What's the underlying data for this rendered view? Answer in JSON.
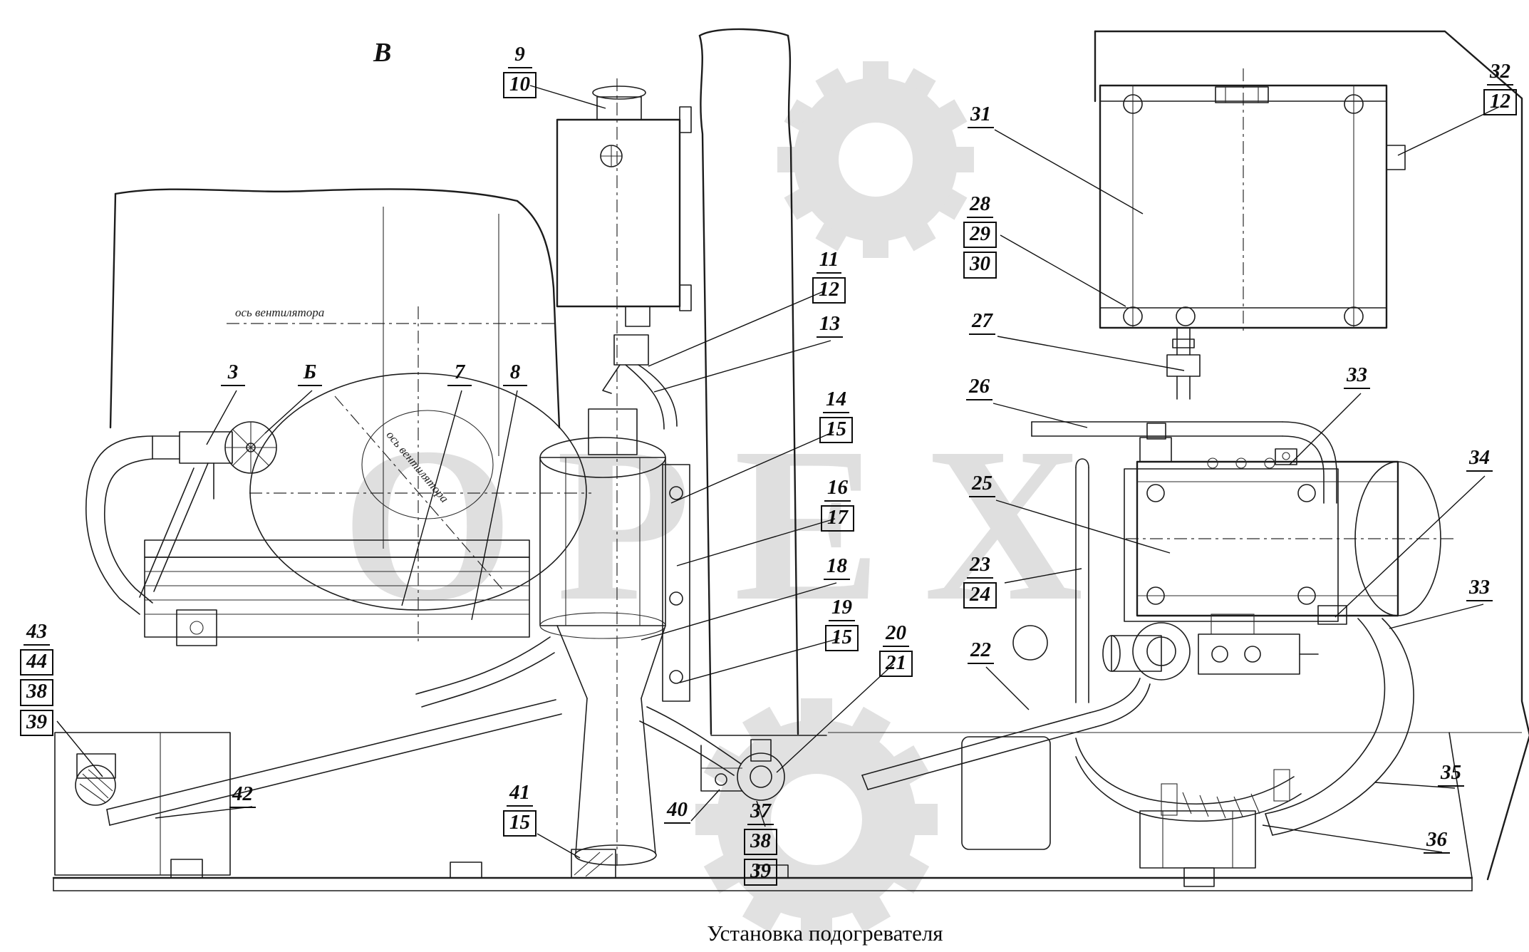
{
  "title": "Установка подогревателя",
  "view_label": "В",
  "watermark": {
    "text": "ОРЕХ"
  },
  "annotations": {
    "fan_axis": "ось вентилятора",
    "fan_axis_diagonal": "ось вентилятора"
  },
  "callouts": [
    {
      "name": "callout-9-10",
      "parts": [
        "9",
        "10"
      ]
    },
    {
      "name": "callout-32-12",
      "parts": [
        "32",
        "12"
      ]
    },
    {
      "name": "callout-31",
      "parts": [
        "31"
      ]
    },
    {
      "name": "callout-28-29-30",
      "parts": [
        "28",
        "29",
        "30"
      ]
    },
    {
      "name": "callout-11-12",
      "parts": [
        "11",
        "12"
      ]
    },
    {
      "name": "callout-13",
      "parts": [
        "13"
      ]
    },
    {
      "name": "callout-27",
      "parts": [
        "27"
      ]
    },
    {
      "name": "callout-26",
      "parts": [
        "26"
      ]
    },
    {
      "name": "callout-14-15",
      "parts": [
        "14",
        "15"
      ]
    },
    {
      "name": "callout-33-upper",
      "parts": [
        "33"
      ]
    },
    {
      "name": "callout-16-17",
      "parts": [
        "16",
        "17"
      ]
    },
    {
      "name": "callout-25",
      "parts": [
        "25"
      ]
    },
    {
      "name": "callout-34",
      "parts": [
        "34"
      ]
    },
    {
      "name": "callout-18",
      "parts": [
        "18"
      ]
    },
    {
      "name": "callout-23-24",
      "parts": [
        "23",
        "24"
      ]
    },
    {
      "name": "callout-19-15",
      "parts": [
        "19",
        "15"
      ]
    },
    {
      "name": "callout-20-21",
      "parts": [
        "20",
        "21"
      ]
    },
    {
      "name": "callout-22",
      "parts": [
        "22"
      ]
    },
    {
      "name": "callout-33-lower",
      "parts": [
        "33"
      ]
    },
    {
      "name": "callout-3",
      "parts": [
        "3"
      ]
    },
    {
      "name": "callout-letter-b",
      "parts": [
        "Б"
      ]
    },
    {
      "name": "callout-7",
      "parts": [
        "7"
      ]
    },
    {
      "name": "callout-8",
      "parts": [
        "8"
      ]
    },
    {
      "name": "callout-43-44-38-39",
      "parts": [
        "43",
        "44",
        "38",
        "39"
      ]
    },
    {
      "name": "callout-42",
      "parts": [
        "42"
      ]
    },
    {
      "name": "callout-41-15",
      "parts": [
        "41",
        "15"
      ]
    },
    {
      "name": "callout-40",
      "parts": [
        "40"
      ]
    },
    {
      "name": "callout-37-38-39",
      "parts": [
        "37",
        "38",
        "39"
      ]
    },
    {
      "name": "callout-35",
      "parts": [
        "35"
      ]
    },
    {
      "name": "callout-36",
      "parts": [
        "36"
      ]
    }
  ]
}
